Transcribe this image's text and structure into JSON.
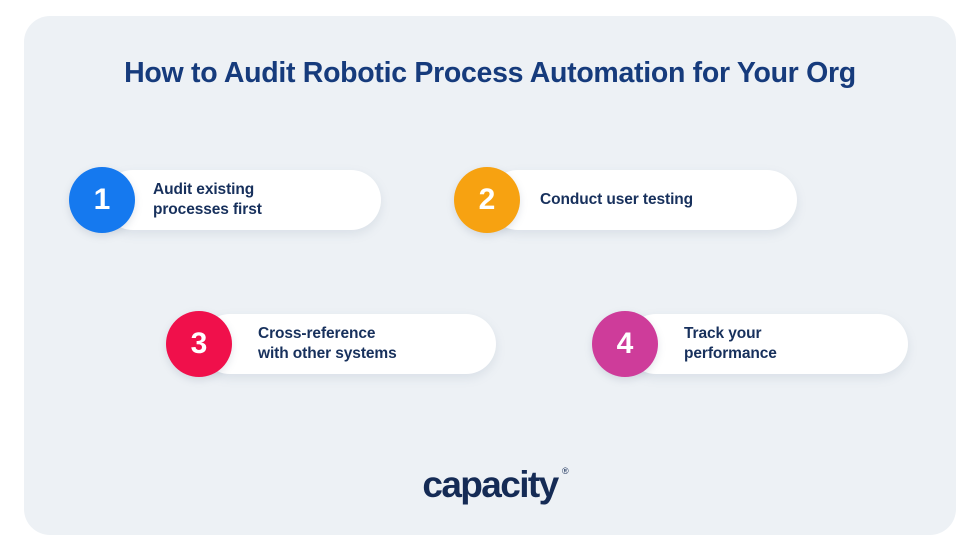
{
  "page": {
    "background_color": "#ffffff",
    "panel_color": "#edf1f5"
  },
  "header": {
    "title": "How to Audit Robotic Process Automation for Your Org",
    "title_color": "#163b7c"
  },
  "steps": [
    {
      "number": "1",
      "label": "Audit existing\nprocesses first",
      "badge_color": "#1579ef"
    },
    {
      "number": "2",
      "label": "Conduct user testing",
      "badge_color": "#f7a211"
    },
    {
      "number": "3",
      "label": "Cross-reference\nwith other systems",
      "badge_color": "#f0104b"
    },
    {
      "number": "4",
      "label": "Track your\nperformance",
      "badge_color": "#ce3c9a"
    }
  ],
  "footer": {
    "brand": "capacity",
    "trademark": "®",
    "brand_color": "#152b55"
  }
}
